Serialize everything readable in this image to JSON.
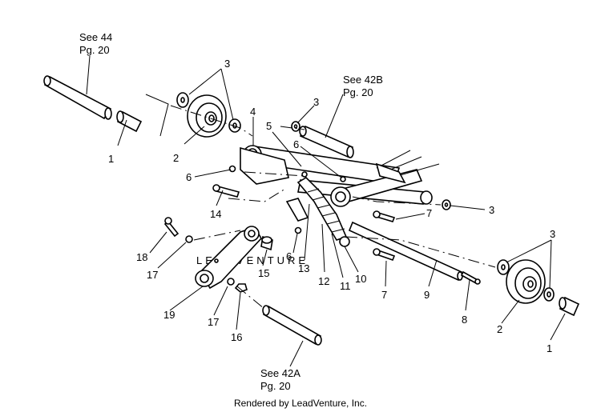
{
  "references": {
    "see44": "See 44",
    "see44_page": "Pg. 20",
    "see42b": "See 42B",
    "see42b_page": "Pg. 20",
    "see42a": "See 42A",
    "see42a_page": "Pg. 20"
  },
  "callouts": {
    "c1_top": "1",
    "c2_top": "2",
    "c3_top": "3",
    "c3_mid": "3",
    "c4": "4",
    "c5": "5",
    "c6_a": "6",
    "c6_b": "6",
    "c6_c": "6",
    "c7_a": "7",
    "c7_b": "7",
    "c3_right": "3",
    "c14": "14",
    "c13": "13",
    "c12": "12",
    "c11": "11",
    "c10": "10",
    "c9": "9",
    "c8": "8",
    "c3_lower": "3",
    "c2_lower": "2",
    "c1_lower": "1",
    "c18": "18",
    "c17_a": "17",
    "c15": "15",
    "c19": "19",
    "c17_b": "17",
    "c16": "16"
  },
  "watermark": "LEADVENTURE",
  "footer": "Rendered by LeadVenture, Inc."
}
